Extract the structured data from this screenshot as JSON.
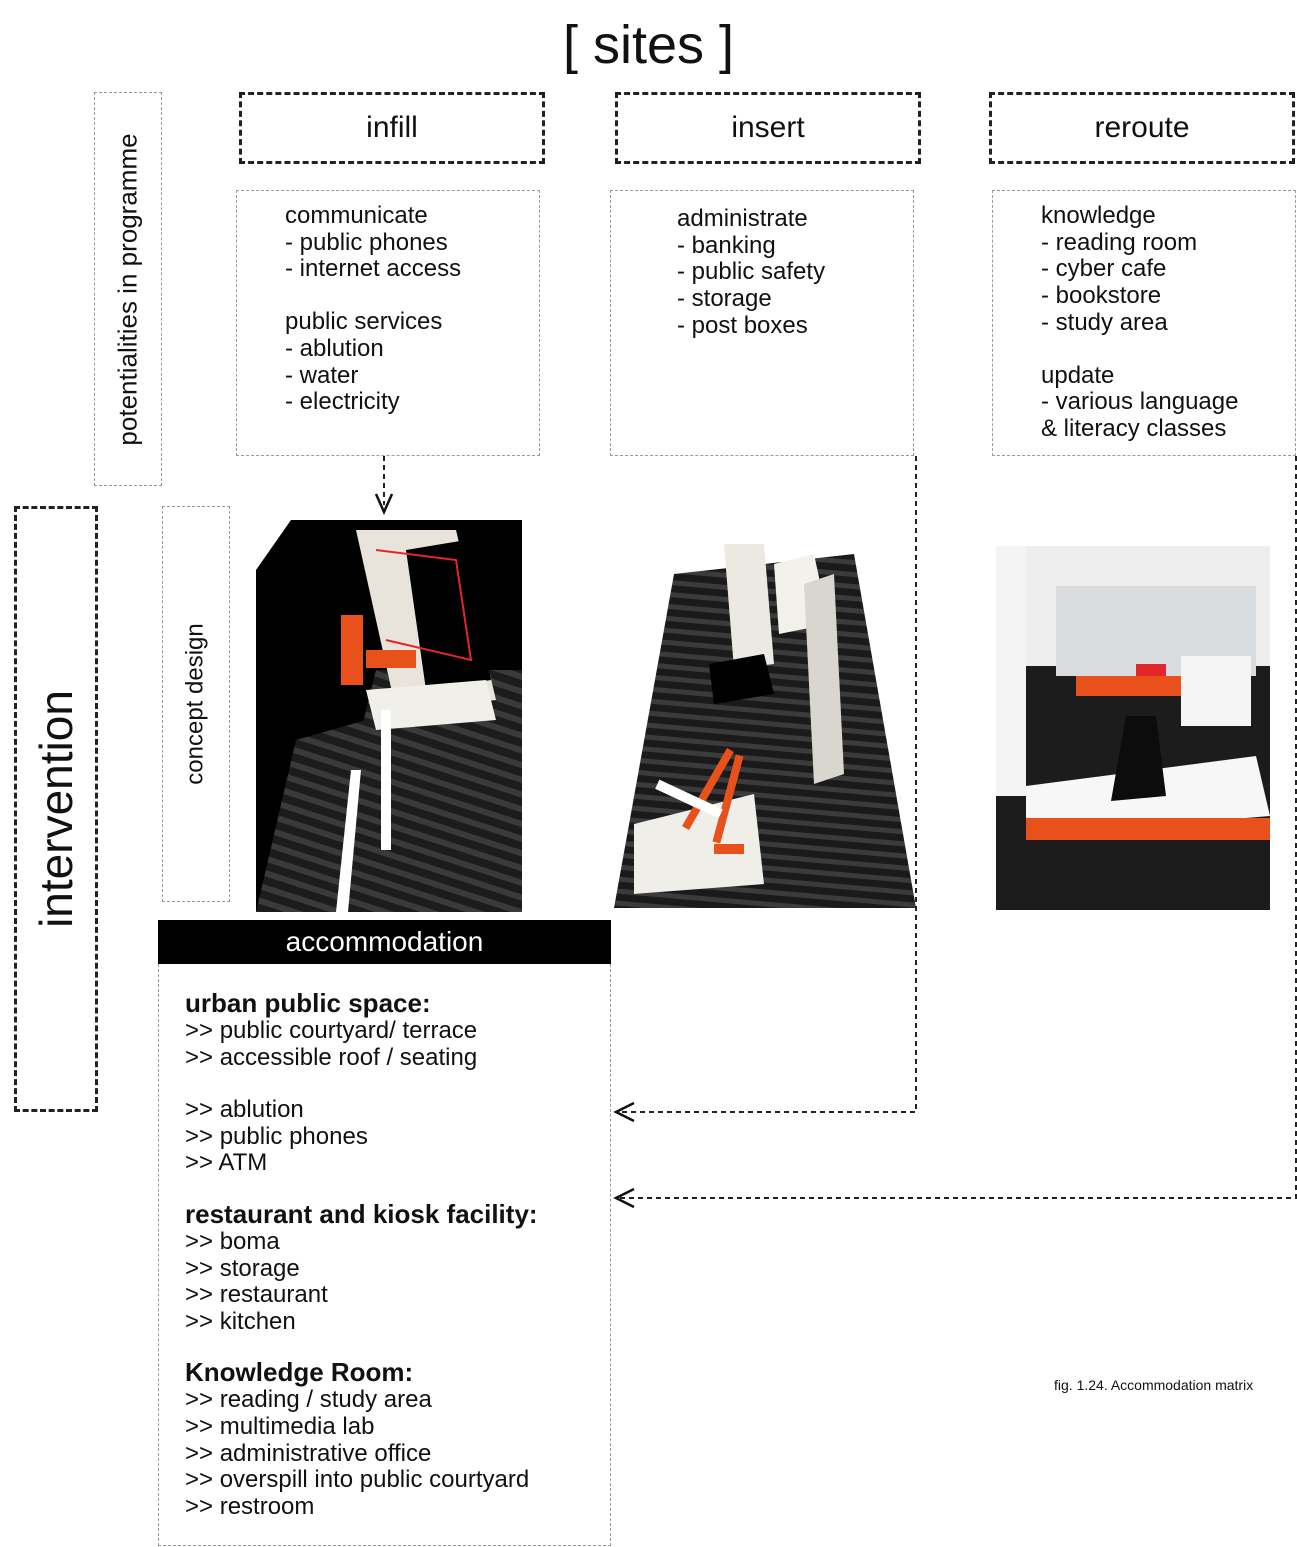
{
  "title": "[ sites ]",
  "side_labels": {
    "potentialities": "potentialities in programme",
    "intervention": "intervention",
    "concept": "concept design"
  },
  "sites": [
    {
      "name": "infill",
      "groups": [
        {
          "lines": [
            "communicate",
            "- public phones",
            "- internet access"
          ]
        },
        {
          "lines": [
            "public services",
            "- ablution",
            "- water",
            "- electricity"
          ]
        }
      ]
    },
    {
      "name": "insert",
      "groups": [
        {
          "lines": [
            "administrate",
            "- banking",
            "- public safety",
            "- storage",
            "- post boxes"
          ]
        }
      ]
    },
    {
      "name": "reroute",
      "groups": [
        {
          "lines": [
            "knowledge",
            "- reading room",
            "- cyber cafe",
            "- bookstore",
            "- study area"
          ]
        },
        {
          "lines": [
            "update",
            "- various language",
            "& literacy classes"
          ]
        }
      ]
    }
  ],
  "accommodation": {
    "heading": "accommodation",
    "sections": [
      {
        "title": "urban public space:",
        "items": [
          ">> public courtyard/ terrace",
          ">> accessible roof / seating"
        ]
      },
      {
        "title": "",
        "items": [
          ">> ablution",
          ">> public phones",
          ">> ATM"
        ]
      },
      {
        "title": "restaurant and kiosk facility:",
        "items": [
          ">> boma",
          ">> storage",
          ">> restaurant",
          ">> kitchen"
        ]
      },
      {
        "title": "Knowledge Room:",
        "items": [
          ">> reading / study area",
          ">> multimedia lab",
          ">> administrative office",
          ">> overspill into public courtyard",
          ">> restroom"
        ]
      }
    ]
  },
  "caption": "fig. 1.24.  Accommodation matrix",
  "colors": {
    "accent": "#e8501c",
    "dark": "#111111"
  }
}
